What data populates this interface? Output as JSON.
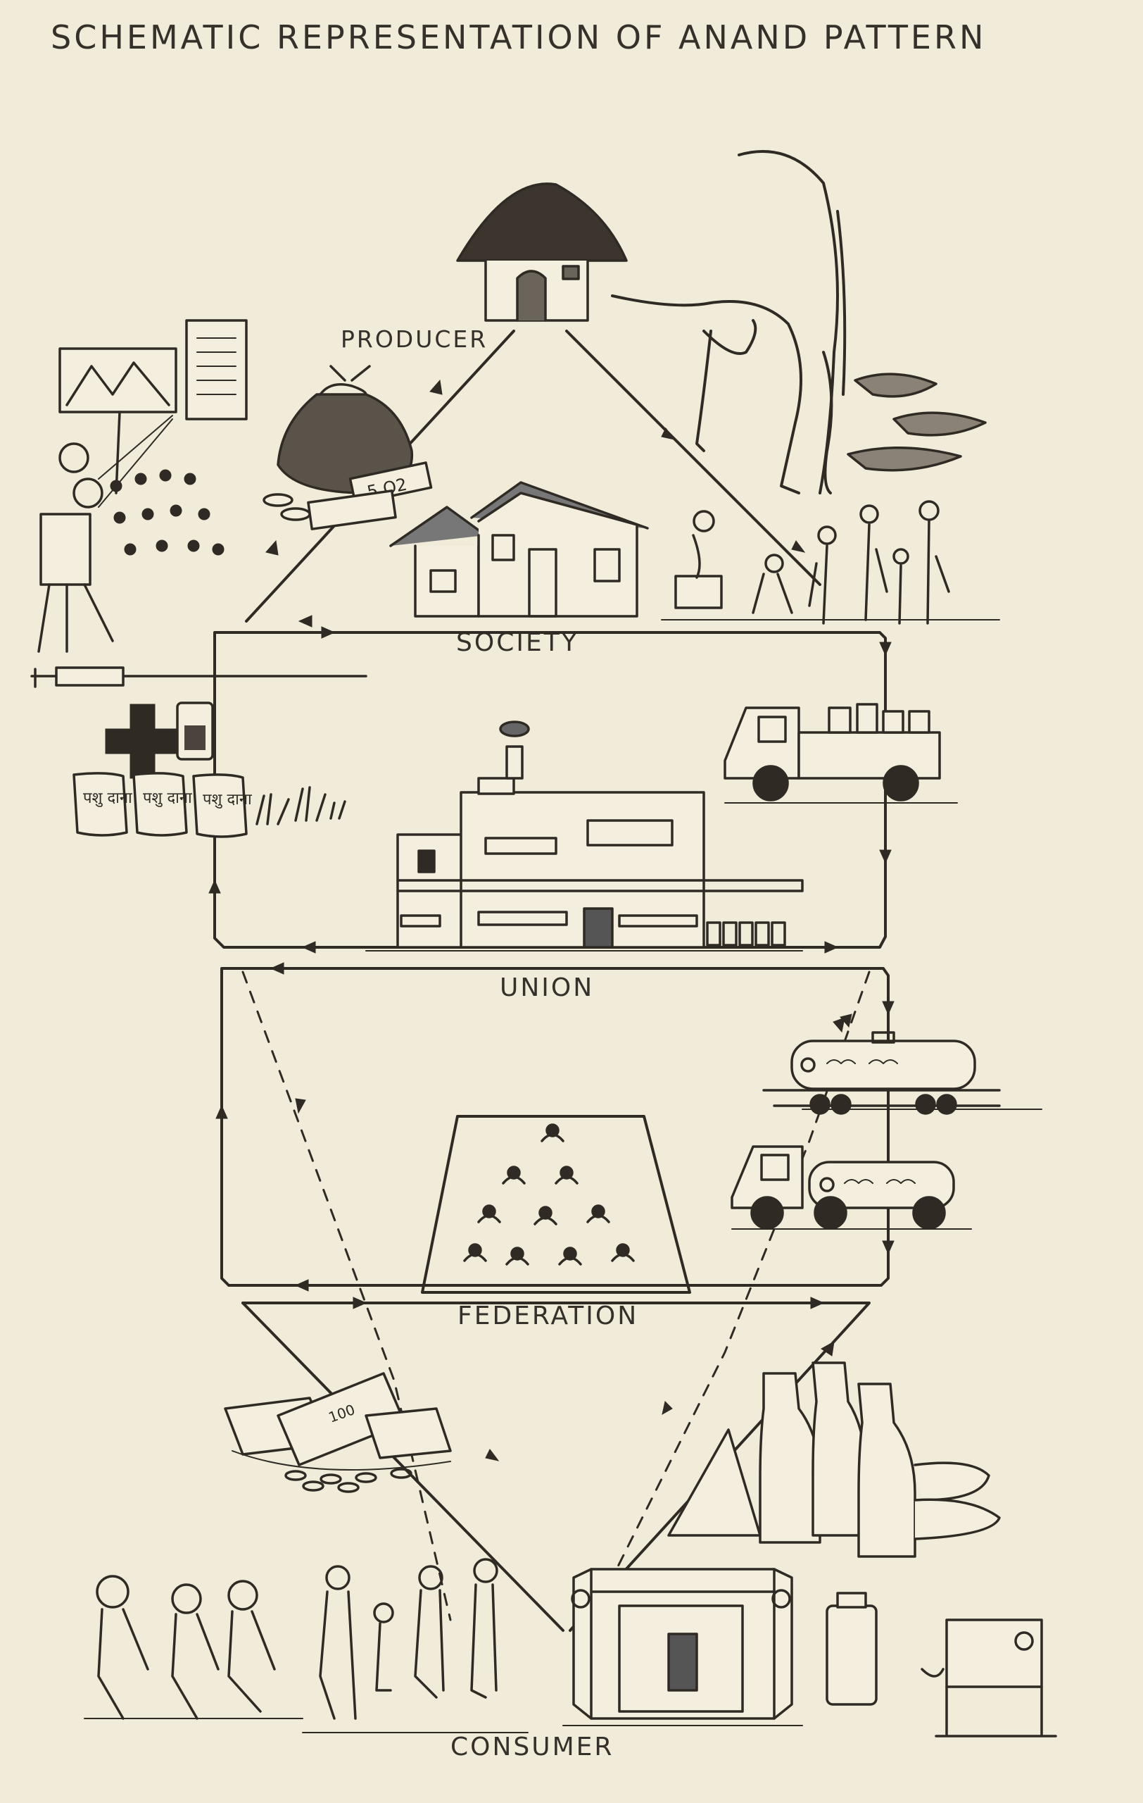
{
  "title": "SCHEMATIC REPRESENTATION OF ANAND PATTERN",
  "nodes": {
    "producer": "PRODUCER",
    "society": "SOCIETY",
    "union": "UNION",
    "federation": "FEDERATION",
    "consumer": "CONSUMER"
  },
  "illustration_text": {
    "banknote_small": "5 O2",
    "banknote_large": "100",
    "feed_bag": "पशु दाना"
  },
  "colors": {
    "paper": "#f1ebd9",
    "ink": "#2f2a24"
  }
}
